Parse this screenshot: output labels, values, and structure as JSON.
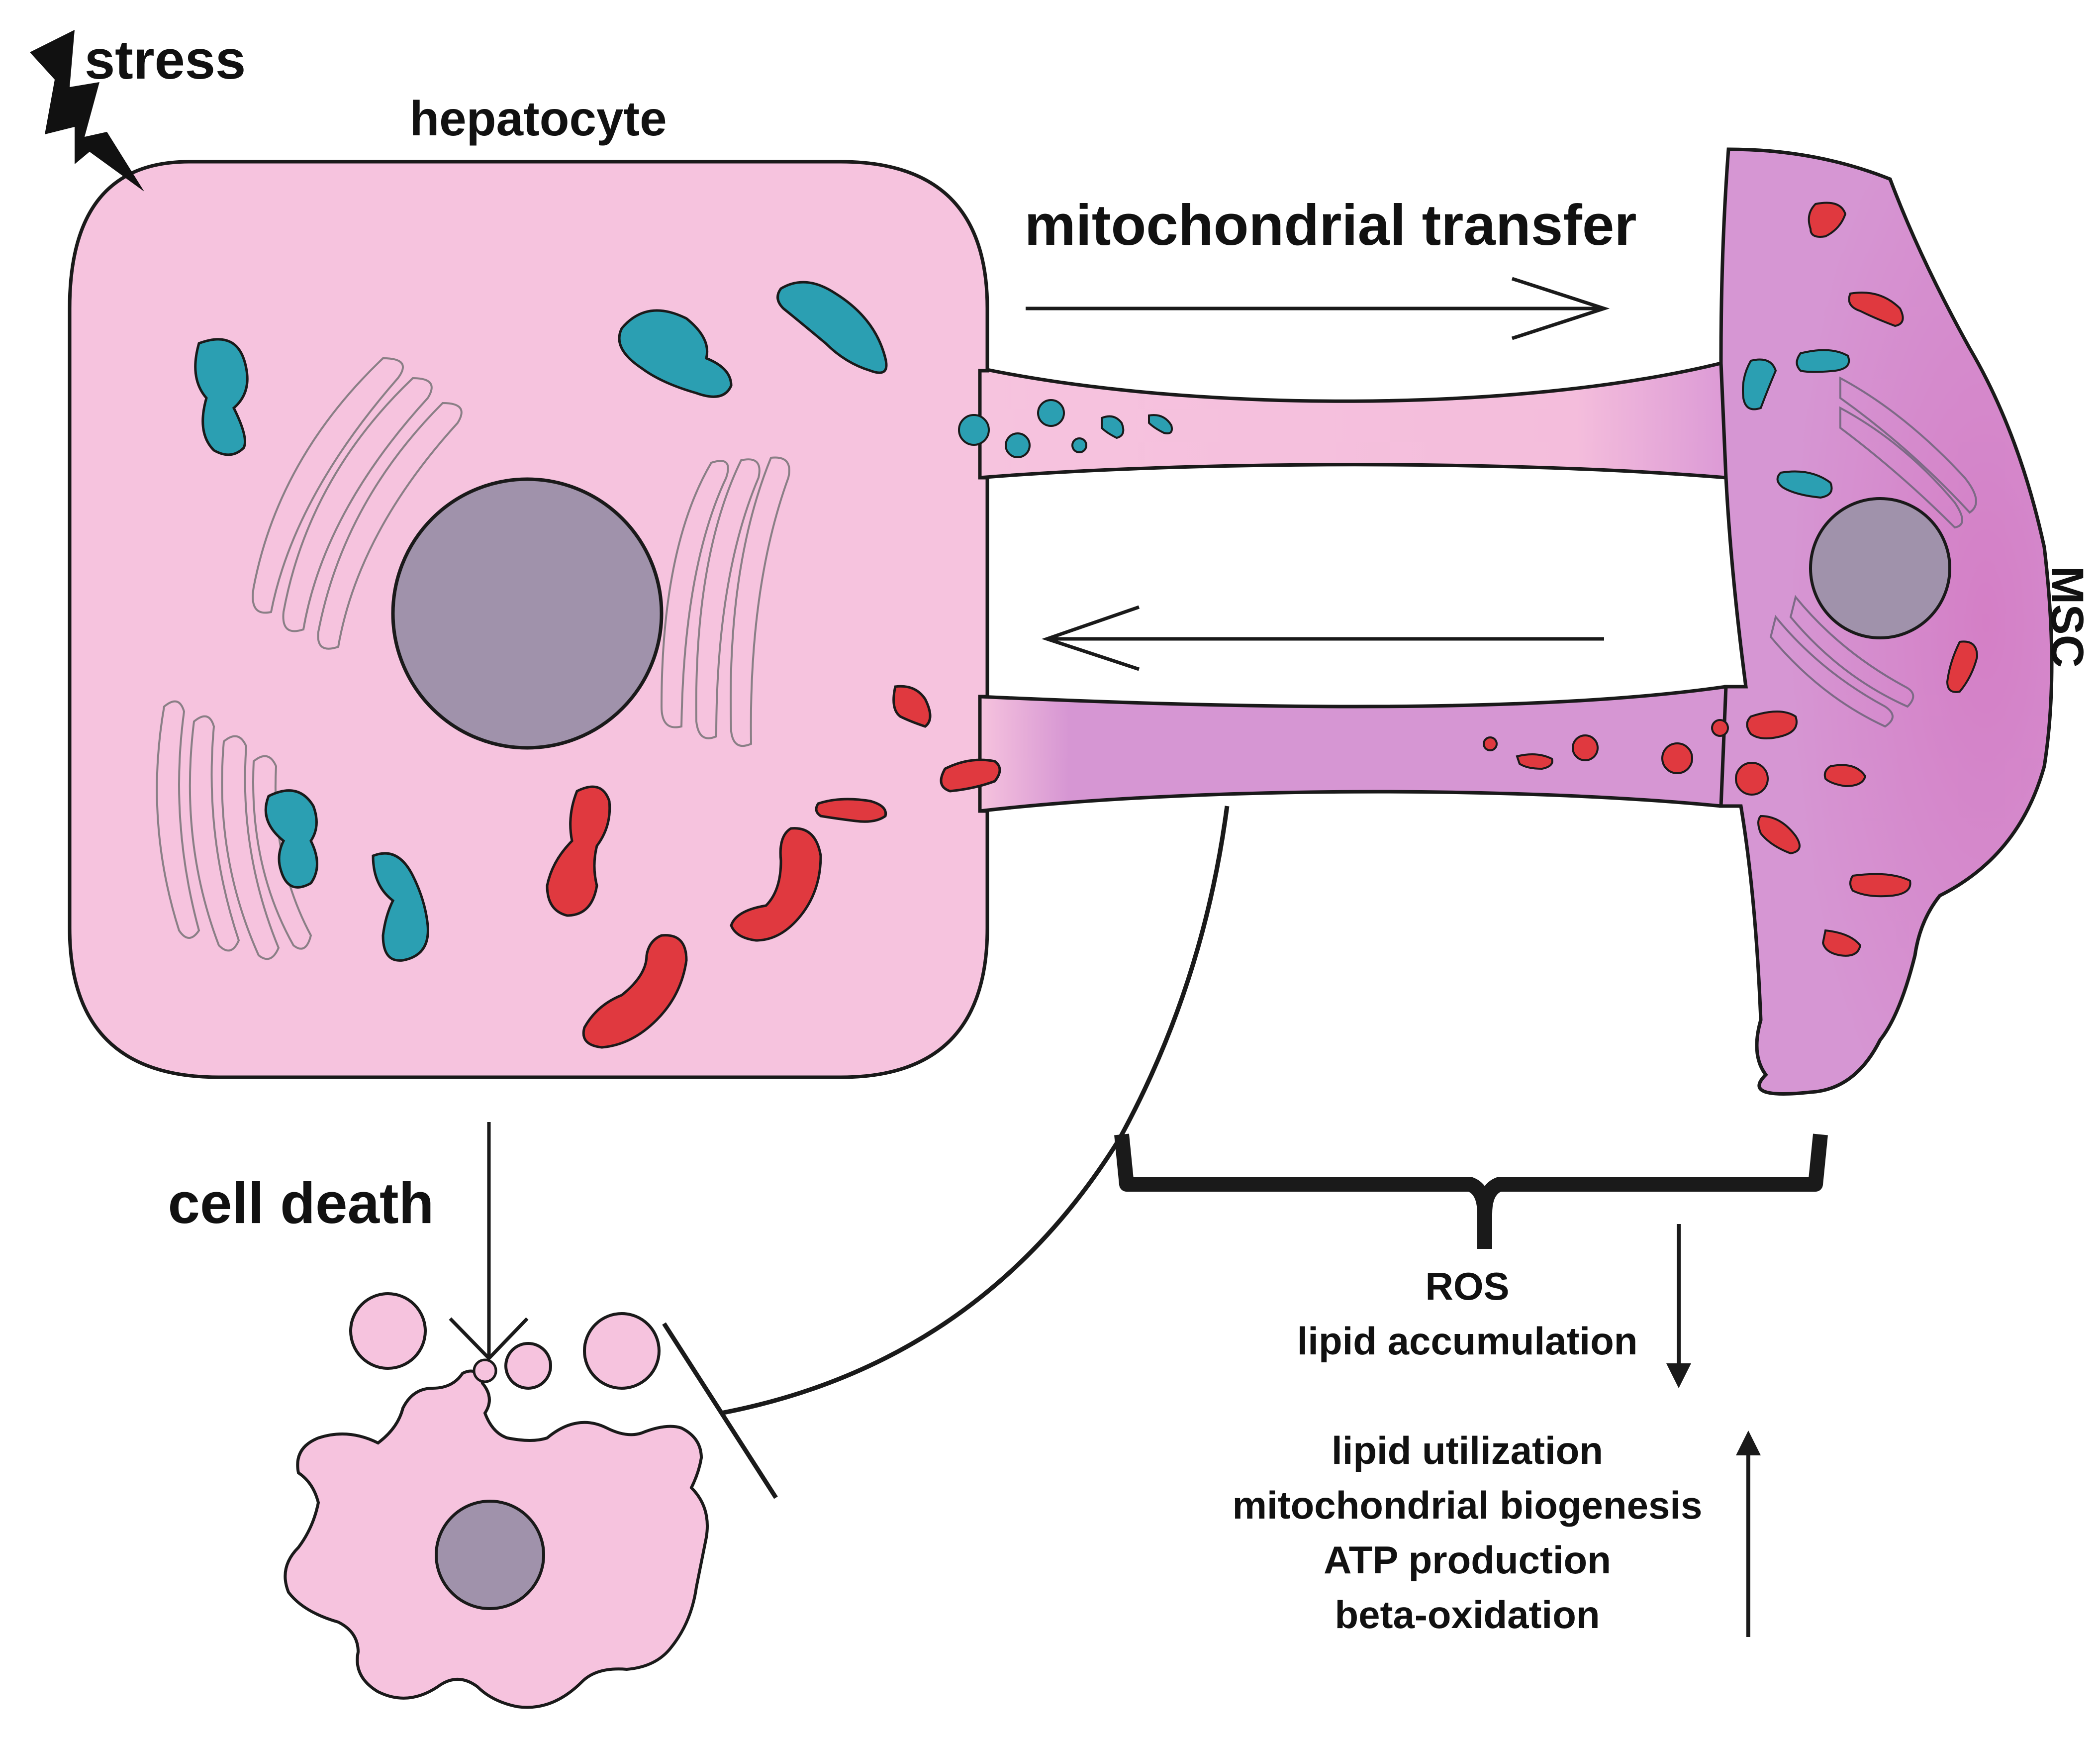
{
  "labels": {
    "stress": "stress",
    "hepatocyte": "hepatocyte",
    "mito_transfer": "mitochondrial transfer",
    "msc": "MSC",
    "cell_death": "cell death",
    "decrease": [
      "ROS",
      "lipid accumulation"
    ],
    "increase": [
      "lipid utilization",
      "mitochondrial biogenesis",
      "ATP production",
      "beta-oxidation"
    ]
  },
  "colors": {
    "hepatocyte": "#f6c3de",
    "msc": "#d696d3",
    "nucleus": "#a092ab",
    "healthy_mito": "#2b9fb2",
    "damaged_mito": "#e0393f",
    "outline": "#1a1a1a"
  }
}
